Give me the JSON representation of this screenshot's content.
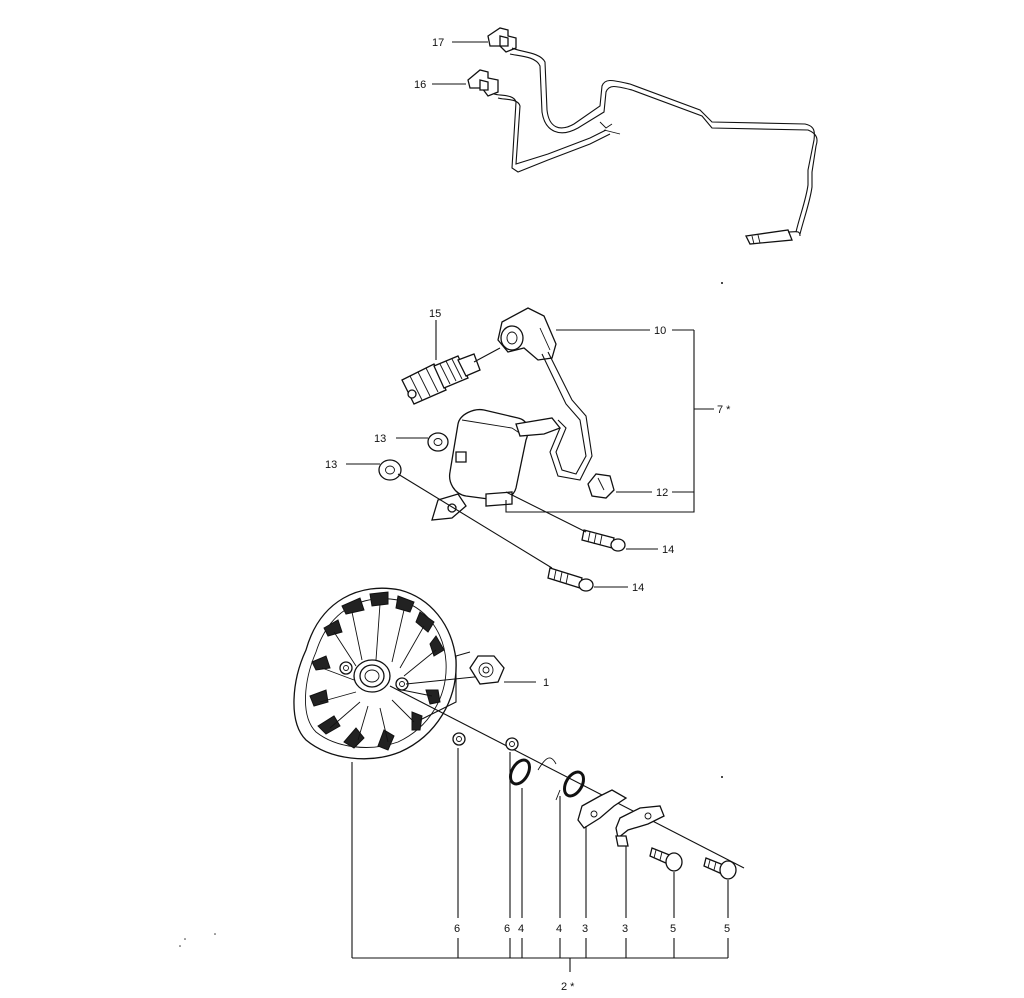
{
  "labels": {
    "p17": "17",
    "p16": "16",
    "p15": "15",
    "p10": "10",
    "p7": "7 *",
    "p13a": "13",
    "p13b": "13",
    "p12": "12",
    "p14a": "14",
    "p14b": "14",
    "p1": "1",
    "b6a": "6",
    "b6b": "6",
    "b4a": "4",
    "b4b": "4",
    "b3a": "3",
    "b3b": "3",
    "b5a": "5",
    "b5b": "5",
    "p2": "2 *"
  }
}
